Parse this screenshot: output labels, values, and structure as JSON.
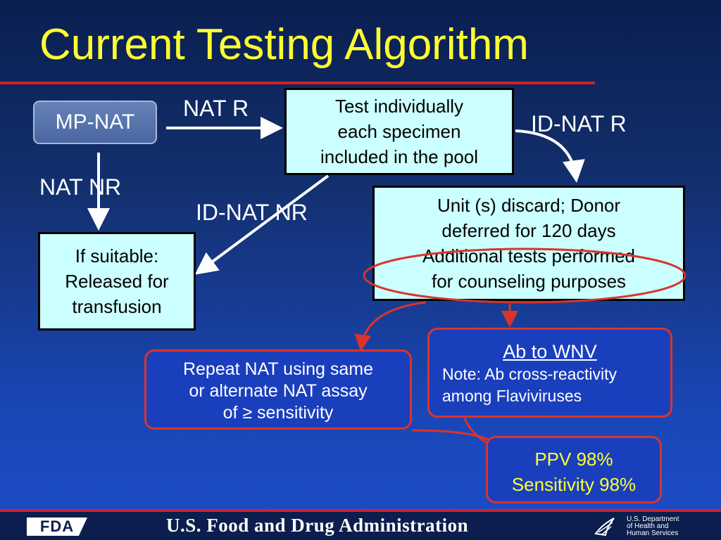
{
  "slide": {
    "title": "Current Testing Algorithm",
    "accent_color": "#ffff33",
    "rule_color": "#d41f28"
  },
  "diagram": {
    "mp_nat": "MP-NAT",
    "nat_r": "NAT R",
    "nat_nr": "NAT NR",
    "id_nat_r": "ID-NAT R",
    "id_nat_nr": "ID-NAT NR",
    "test_individually": [
      "Test individually",
      "each specimen",
      "included in the pool"
    ],
    "released": [
      "If suitable:",
      "Released for",
      "transfusion"
    ],
    "discard": [
      "Unit (s) discard; Donor",
      "deferred for 120 days",
      "Additional tests performed",
      "for counseling purposes"
    ],
    "repeat_nat": [
      "Repeat NAT using same",
      "or alternate NAT assay",
      "of ≥ sensitivity"
    ],
    "ab_wnv": {
      "title": "Ab to WNV",
      "note": [
        "Note: Ab cross-reactivity",
        "among Flaviviruses"
      ]
    },
    "ppv": [
      "PPV 98%",
      "Sensitivity 98%"
    ]
  },
  "footer": {
    "fda_logo": "FDA",
    "agency": "U.S. Food and Drug Administration",
    "hhs": [
      "U.S. Department",
      "of Health and",
      "Human Services"
    ]
  }
}
